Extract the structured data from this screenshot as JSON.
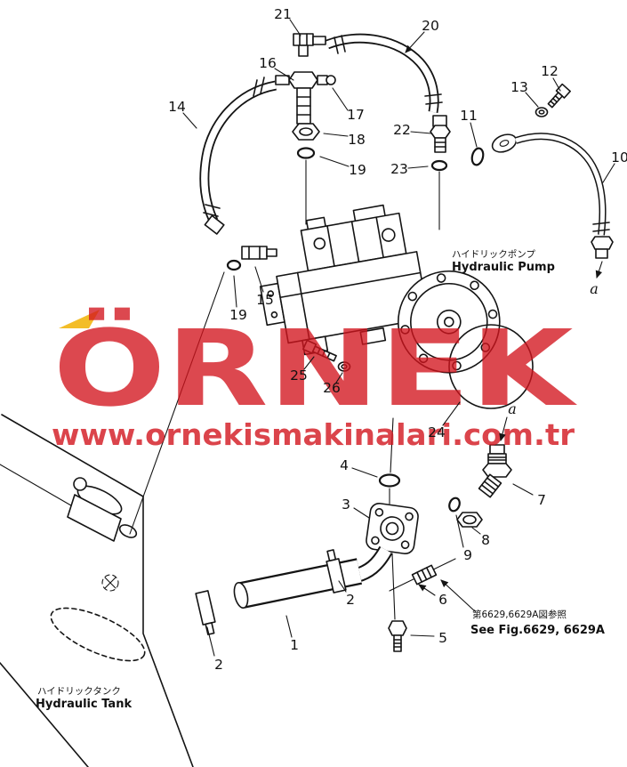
{
  "watermark": {
    "brand": "ÖRNEK",
    "url": "www.ornekismakinalari.com.tr",
    "color": "#d2151e",
    "accent_yellow": "#f2b716"
  },
  "diagram": {
    "pump_label_jp": "ハイドリックポンプ",
    "pump_label_en": "Hydraulic Pump",
    "tank_label_jp": "ハイドリックタンク",
    "tank_label_en": "Hydraulic Tank",
    "ref_label_jp": "第6629,6629A図参照",
    "ref_label_en": "See Fig.6629, 6629A",
    "flow_a_upper": "a",
    "flow_a_lower": "a",
    "callouts": [
      "21",
      "20",
      "16",
      "17",
      "12",
      "13",
      "18",
      "22",
      "11",
      "19",
      "23",
      "10",
      "14",
      "15",
      "19",
      "25",
      "26",
      "24",
      "4",
      "7",
      "3",
      "8",
      "9",
      "6",
      "5",
      "1",
      "2",
      "2"
    ]
  }
}
